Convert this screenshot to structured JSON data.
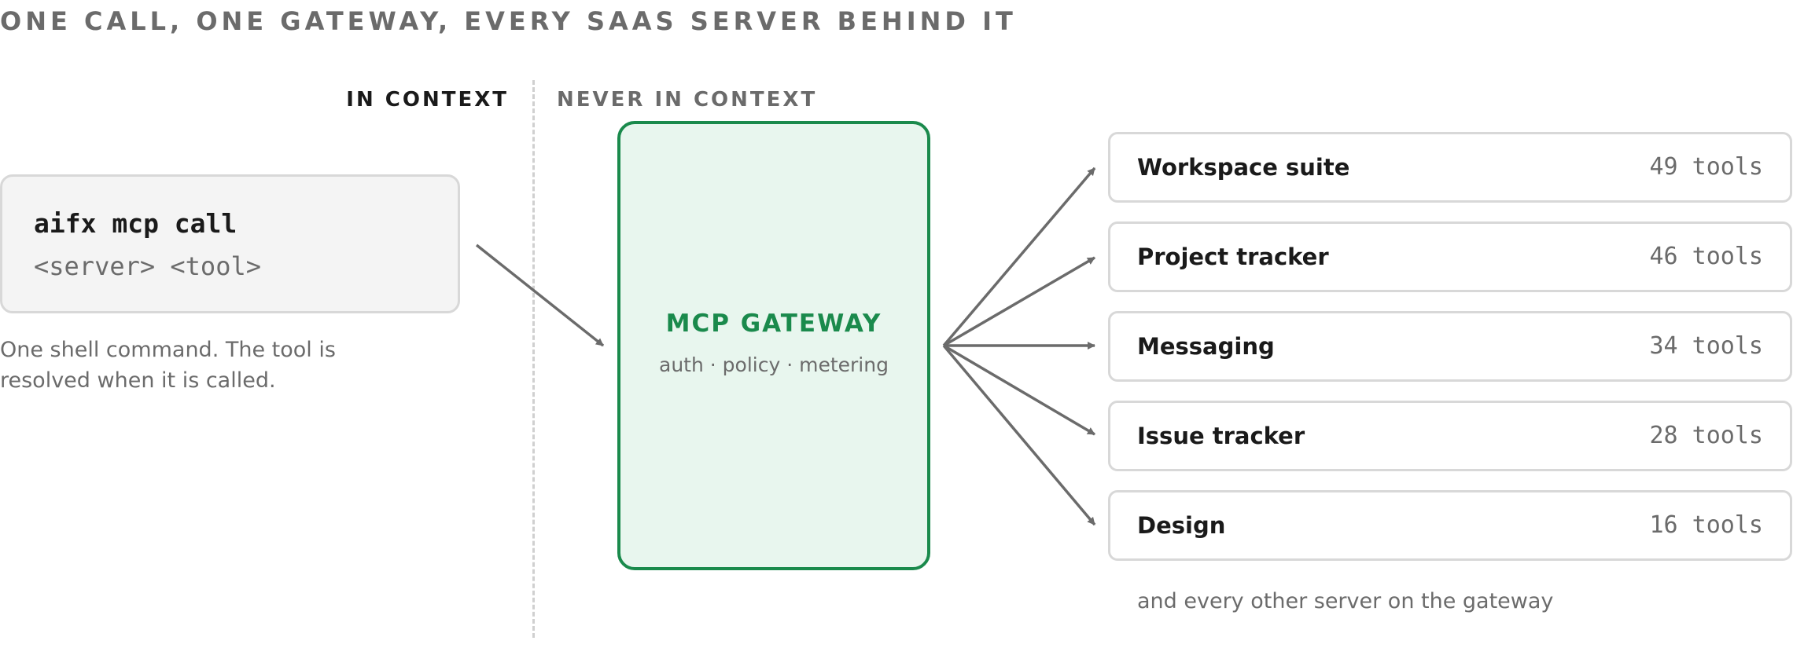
{
  "title": "ONE CALL, ONE GATEWAY, EVERY SAAS SERVER BEHIND IT",
  "in_context_label": "IN CONTEXT",
  "never_in_context_label": "NEVER IN CONTEXT",
  "command": {
    "line1": "aifx mcp call",
    "line2": "<server> <tool>",
    "note": "One shell command. The tool is resolved when it is called."
  },
  "gateway": {
    "title": "MCP GATEWAY",
    "subtitle": "auth · policy · metering",
    "accent_color": "#1a8a4c",
    "fill_color": "#e8f6ee"
  },
  "servers": [
    {
      "name": "Workspace suite",
      "tools": "49 tools"
    },
    {
      "name": "Project tracker",
      "tools": "46 tools"
    },
    {
      "name": "Messaging",
      "tools": "34 tools"
    },
    {
      "name": "Issue tracker",
      "tools": "28 tools"
    },
    {
      "name": "Design",
      "tools": "16 tools"
    }
  ],
  "footer_note": "and every other server on the gateway"
}
